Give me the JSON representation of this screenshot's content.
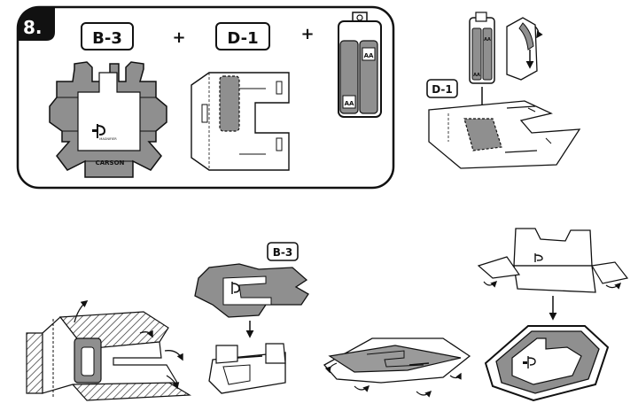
{
  "step": {
    "number": "8."
  },
  "parts": {
    "part_a": "B-3",
    "plus_1": "+",
    "part_b": "D-1",
    "plus_2": "+",
    "battery_label": "AA"
  },
  "logo": {
    "brand": "CARSON",
    "product": "MAGNIFIER"
  },
  "insert_step": {
    "part_label": "D-1",
    "battery_label": "AA"
  },
  "assembly": {
    "part_label": "B-3"
  }
}
